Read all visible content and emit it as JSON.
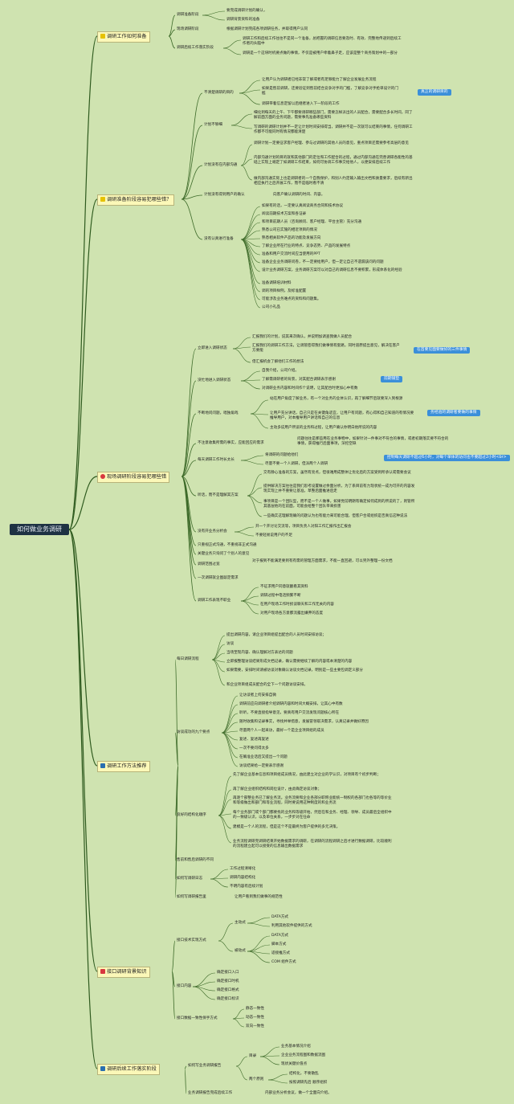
{
  "root": "如何做业务调研",
  "sections": [
    {
      "title": "调研工作如何准备",
      "icon": "star-icon",
      "icon_color": "#e6c200"
    },
    {
      "title": "调研准备阶段容易犯哪些错？",
      "icon": "star-icon",
      "icon_color": "#e6c200"
    },
    {
      "title": "现场调研阶段容易犯哪些错",
      "icon": "heart-icon",
      "icon_color": "#d8383f"
    },
    {
      "title": "调研工作方法推荐",
      "icon": "square-icon",
      "icon_color": "#2a6fb0"
    },
    {
      "title": "接口调研背景知识",
      "icon": "home-icon",
      "icon_color": "#d8383f"
    },
    {
      "title": "调研后续工作落实阶段",
      "icon": "square-icon",
      "icon_color": "#2a6fb0"
    }
  ],
  "s1": {
    "b1": "调研准备阶段",
    "b1_items": [
      "要完成调研计划的确认，",
      "调研背景资料的准备"
    ],
    "b2": "现场调研阶段",
    "b2_text": "根据调研计划完成各项调研任务，并取得用户认同",
    "b3": "调研后续工作落实阶段",
    "b3_items": [
      "调研工作和后续工作往往不是同一个准备，总把握的调研信息要及时、有效、完整地传递到后续工作者的头脑中",
      "调研是一个这块时机要点做的事情，不仅是被用户牵着鼻子走，应该是整个商务策划中的一部分"
    ]
  },
  "s2": {
    "g1": "不清楚调研的目的",
    "g1_items": [
      "让用户认为调研者已经非常了解或者有足够能力了解企业发展业务流程",
      "如果是售前调研，还要验证到售前结合竞争对手的门槛，了解竞争对手抢单设计的门槛",
      "调研带着信息定留以后继者进入下一阶段的工作"
    ],
    "g1_note": "真正的调研目的",
    "g2": "计划不够细",
    "g2_items": [
      "细化到每天的上午、下午都要调研哪些部门，需要怎样派出的人员配合，需要配合多长时间，同了解前面方面的业务问题，需要事先准备哪些资料",
      "写调研的调研计划并不一定让计划时间安排得当，调研并不是一次就可以结束的事情，任何调研工作都不可能同时有情况都能清楚"
    ],
    "g3": "计划没有在内部沟通",
    "g3_items": [
      "调研计划一定要征求客户经理、参与过调研的其他人员的意见，重点项目还需要参考高层的意见",
      "内部沟通计划的目的就和其他部门的定位和工作配合的过程，通过内部沟通在完善调研各能性的基础上实现上端定了如调研工作结束，如何可协调工作事交给他人，以便安排后续工作",
      "做内部沟通实际上也是调研者的一个自我保护，和别人约定输入输出文档和质量要求，后续有新出相应执行之后开展工作，而不是临时看不清"
    ],
    "g4": "计划没有得到用户的确认",
    "g4_text": "向客户确认调研的时间、内容。",
    "g5": "没有认真进行准备",
    "g5_items": [
      "如果有的话，一定要认真阅读商务合同和技术协议",
      "阅读前期技术方案和各证录",
      "和项目前期人员（咨询顾问、客户经理、平台主管）充分沟通",
      "熟悉公司已实施的相近项目的情况",
      "熟悉相关软件产品的功能及发展方向",
      "了解企业所在行业的特点、竞争态势、产品的发展特点",
      "准备和用户交流时间应当使用的PPT",
      "准备企业业务调研问卷，不一定要给用户，但一定让自己不遗漏该问的问题",
      "设计业务调研方案，业务调研方案可以对自己的调研信息不要积累，形成体系化的经验",
      "准备调研培训材料",
      "调的项目样例，及标准配置",
      "可能涉及业务难点的资料和问题集。",
      "公司小礼品"
    ]
  },
  "s3": {
    "g1": "立即进入调研状态",
    "g1_items": [
      "汇报我们的计划，说其来次确认，并说明加调查我做人员配合",
      "汇报我们的调研工作方法，让调管密得我们做事情有套路，同时道原提出意见，解决在客户方要能",
      "借汇报机会了解他们工作的想法"
    ],
    "g1_note": "在首要见面要做好的三件事情",
    "g2": "没忙地进入调研状态",
    "g2_items": [
      "自我介绍，公司介绍。",
      "了解需调研者的背景，对其配合调研表示感谢",
      "对调研业务内容和时间作个说明，让其配合时更加心中有数"
    ],
    "g2_note": "前期铺垫",
    "g3": "不断地问问题，唱独角戏",
    "g3_items": [
      "站在用户角度了解业务，有一个对业务的业体认识，再了解细节后就要深入到根源",
      "让用户充分讲话，自己只是在关键角适宜，让用户有问题，有心得和自己知道的有情况要推导用户，对本推导用户讲话和自己的信息",
      "主动多说用户所谈的业务和过程，让用户确认你明白他所说的内容"
    ],
    "g3_note": "务经验的调研者要做的事情",
    "g4": "不注意收集所需的事实，应能回应的需求",
    "g4_text": "问题往往是那些用在业务事物中，如果针对一件事对不符合的事情，或者初期落实要不符合的事情，获得推行后面事项，深挖空缺",
    "g5": "每天调研工作时长太长",
    "g5_items": [
      "将调研的问题给他们",
      "尽量不要一个人调研，但派两个人调研"
    ],
    "g5_note": "控制每天调研不超过6小时，对每个单体的访问也不要超过2小时<br>",
    "g6": "听话，而不是理解其方案",
    "g6_items": [
      "交有静心准备的方案，虽然有亮点，但很难用成整体让优化后的方案受到所承认或需要会议",
      "提供解决方案往往是我们思考设置做过余面分析，为了系目前有力现状统一成为可开的内容发现实现上并不重要让基准，草整后面推进后走",
      "事项目是一个团队型，而不是一个人做事。如果觉前明朗有确定如何成到的所说的了，则管所其基层他的在前面，可能会给整个团队带来损害",
      "一些确实这理解现确的问题认为也有能力来可能合理，但客户合或组织是否真信这种说法"
    ],
    "g7": "没有开业务分析会",
    "g7_items": [
      "开一个开讨论交流等，项目负责人对阳工作汇报作出汇报会",
      "不要轻易说用户的不足"
    ],
    "g8": "只重视正式沟通，不重视非正式沟通",
    "g9": "关键业务只询问了个别人的意见",
    "g10": "调研范围过宽",
    "g10_text": "对于报到不能满足要到有有需的管理方面需求，不能一直回避，可以另外整理一份文档",
    "g11": "一次调研就企图敲定需求",
    "g12": "调研工作表现不职业",
    "g12_items": [
      "不征求用户同意就翻看其资料",
      "调研过程中电话频繁不断",
      "在用户现场工作时损谈聊天和工作无关的内容",
      "对用户现场各方意都流露出嫌弃的态度"
    ]
  },
  "s4": {
    "g1": "每日调研流程",
    "g1_items": [
      "提出调研内容，请企业项目组提出配合的人员时间安排访谈；",
      "访谈",
      "当场至现内容、确认理解对方表达的问题",
      "立即报整理访谈结果形成文档记录，确认需要继续了解的内容或本清楚的内容",
      "如果需要，安排时间请被访谈对象确认访谈文档记录，明别是一些主要包调定义部分",
      "和企业项目组成员配合的全下一个问题访谈安排。"
    ],
    "g2": "访谈成功的九个要点",
    "g2_items": [
      "让访谈者上何安排自微",
      "调研前应向调研者介绍调研内容和时间大概安排，让其心中有数",
      "聆听，不要直接指导意见，要真有用户交流发现问题核心所在",
      "随时收集和记录事实，寻找并举措意，发展冒领取决需求，认真记录并做好原因",
      "尽量两个人一起采访，最好一个是企业项目组的成员",
      "复述、复述再复述",
      "一次不要问得太多",
      "在确准业话后又提出一个问题",
      "访谈结果给一定要表示感谢"
    ],
    "g3": "良好的结构化顺序",
    "g3_items": [
      "先了解企业基本信息和项目组成员情况，由此建立对企业的学认识，对项目有个初步判断；",
      "再了解企业组织结构和岗位设计，由此确定访谈对象；",
      "再逐个部整业务已了解业务流。业务流要和企业各部分职称业能统一制权的各部门也各等的等价业和等级做出和部门和等业流程，同时要说用这种制度的和业务流",
      "每个业务部门或个部门都要找的业务和等级开始，然后在和业务、经理、领导、成员最后全组织中的一致级认识，以及单位关系，一步步对在任命",
      "建模是一个人的流程，但是这个不是最终为客户提供的多元决策。",
      "业务流程调研完调研结束开始数据需求的调研，在调研的流程调研之后才进行数据调研，比较顺利的流程建立起可以接受的信息输出数据需求"
    ],
    "g4": "售前和售后调研的不同",
    "g5": "如何写调研日志",
    "g5_items": [
      "工作过程清晰化",
      "调研内容结构化",
      "不明内容有后续计划"
    ],
    "g6": "如何写调研报告里",
    "g6_text": "让用户看到我们做事的规范性"
  },
  "s5": {
    "g1": "接口技术实现方式",
    "g1a": "主动式",
    "g1a_items": [
      "DATA方式",
      "利用其他软件提供的方式"
    ],
    "g1b": "被动式",
    "g1b_items": [
      "DATA方式",
      "脚本方式",
      "适接推方式",
      "COM 组件方式"
    ],
    "g2": "接口内容",
    "g2_items": [
      "确定接口入口",
      "确定接口时机",
      "确定接口格式",
      "确定接口标识"
    ],
    "g3": "接口数据一致性保手方式",
    "g3_items": [
      "静态一致性",
      "动态一致性",
      "双向一致性"
    ]
  },
  "s6": {
    "g1": "如何写业务调研报告",
    "g1a": "目录",
    "g1a_items": [
      "业务基本情况介绍",
      "企业业务流程图和数据流图",
      "现状关键价值点"
    ],
    "g1b": "两个原则",
    "g1b_items": [
      "结构化，不要散乱",
      "按照调研先后 顺序组织"
    ],
    "g2": "业务调研报告完成后续工作",
    "g2_text": "内部业务分析会议，做一个全面向介绍。"
  }
}
